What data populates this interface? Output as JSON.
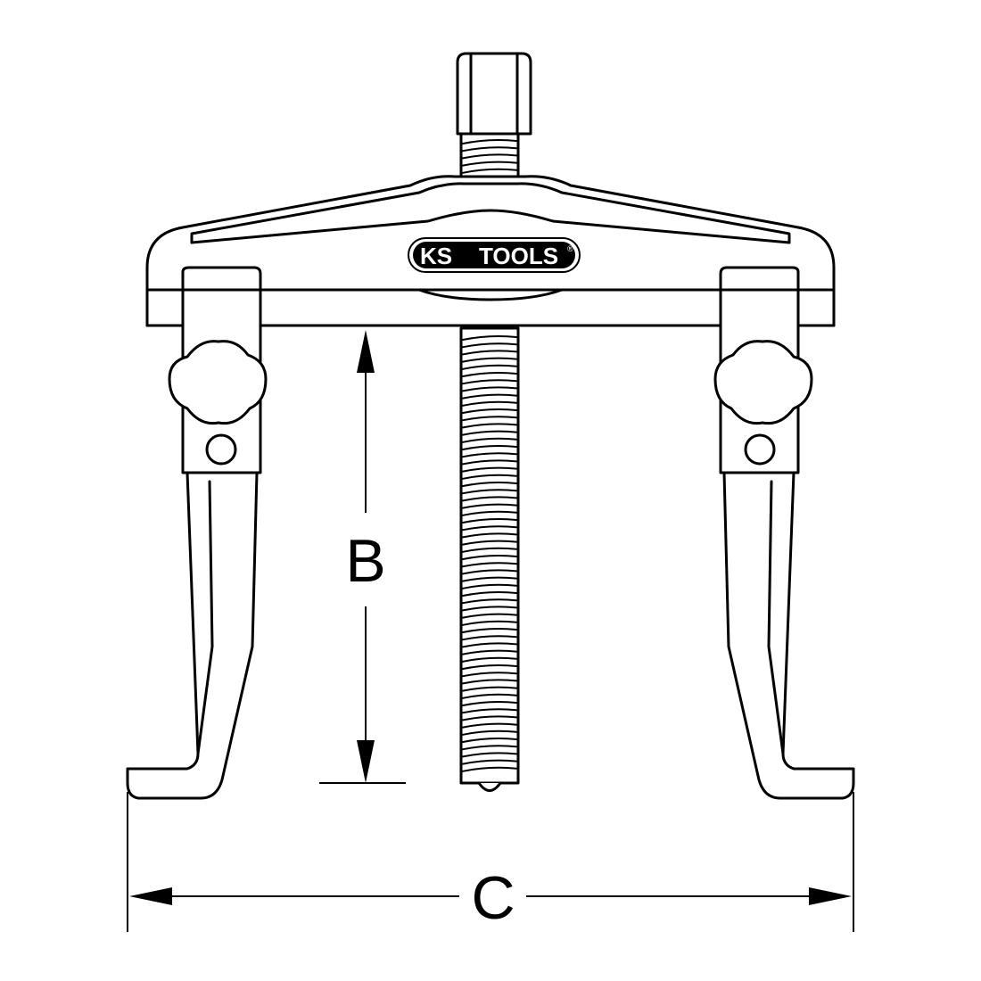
{
  "logo": {
    "text_left": "KS",
    "text_right": "TOOLS",
    "registered": "®"
  },
  "dimensions": {
    "b_label": "B",
    "c_label": "C"
  }
}
